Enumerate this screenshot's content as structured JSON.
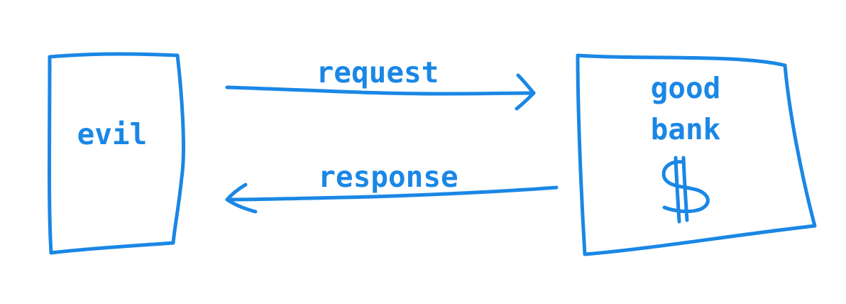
{
  "accent_color": "#1a87e5",
  "nodes": {
    "evil": {
      "label": "evil"
    },
    "good_bank": {
      "label_line1": "good",
      "label_line2": "bank",
      "symbol": "$"
    }
  },
  "edges": {
    "request": {
      "label": "request"
    },
    "response": {
      "label": "response"
    }
  }
}
